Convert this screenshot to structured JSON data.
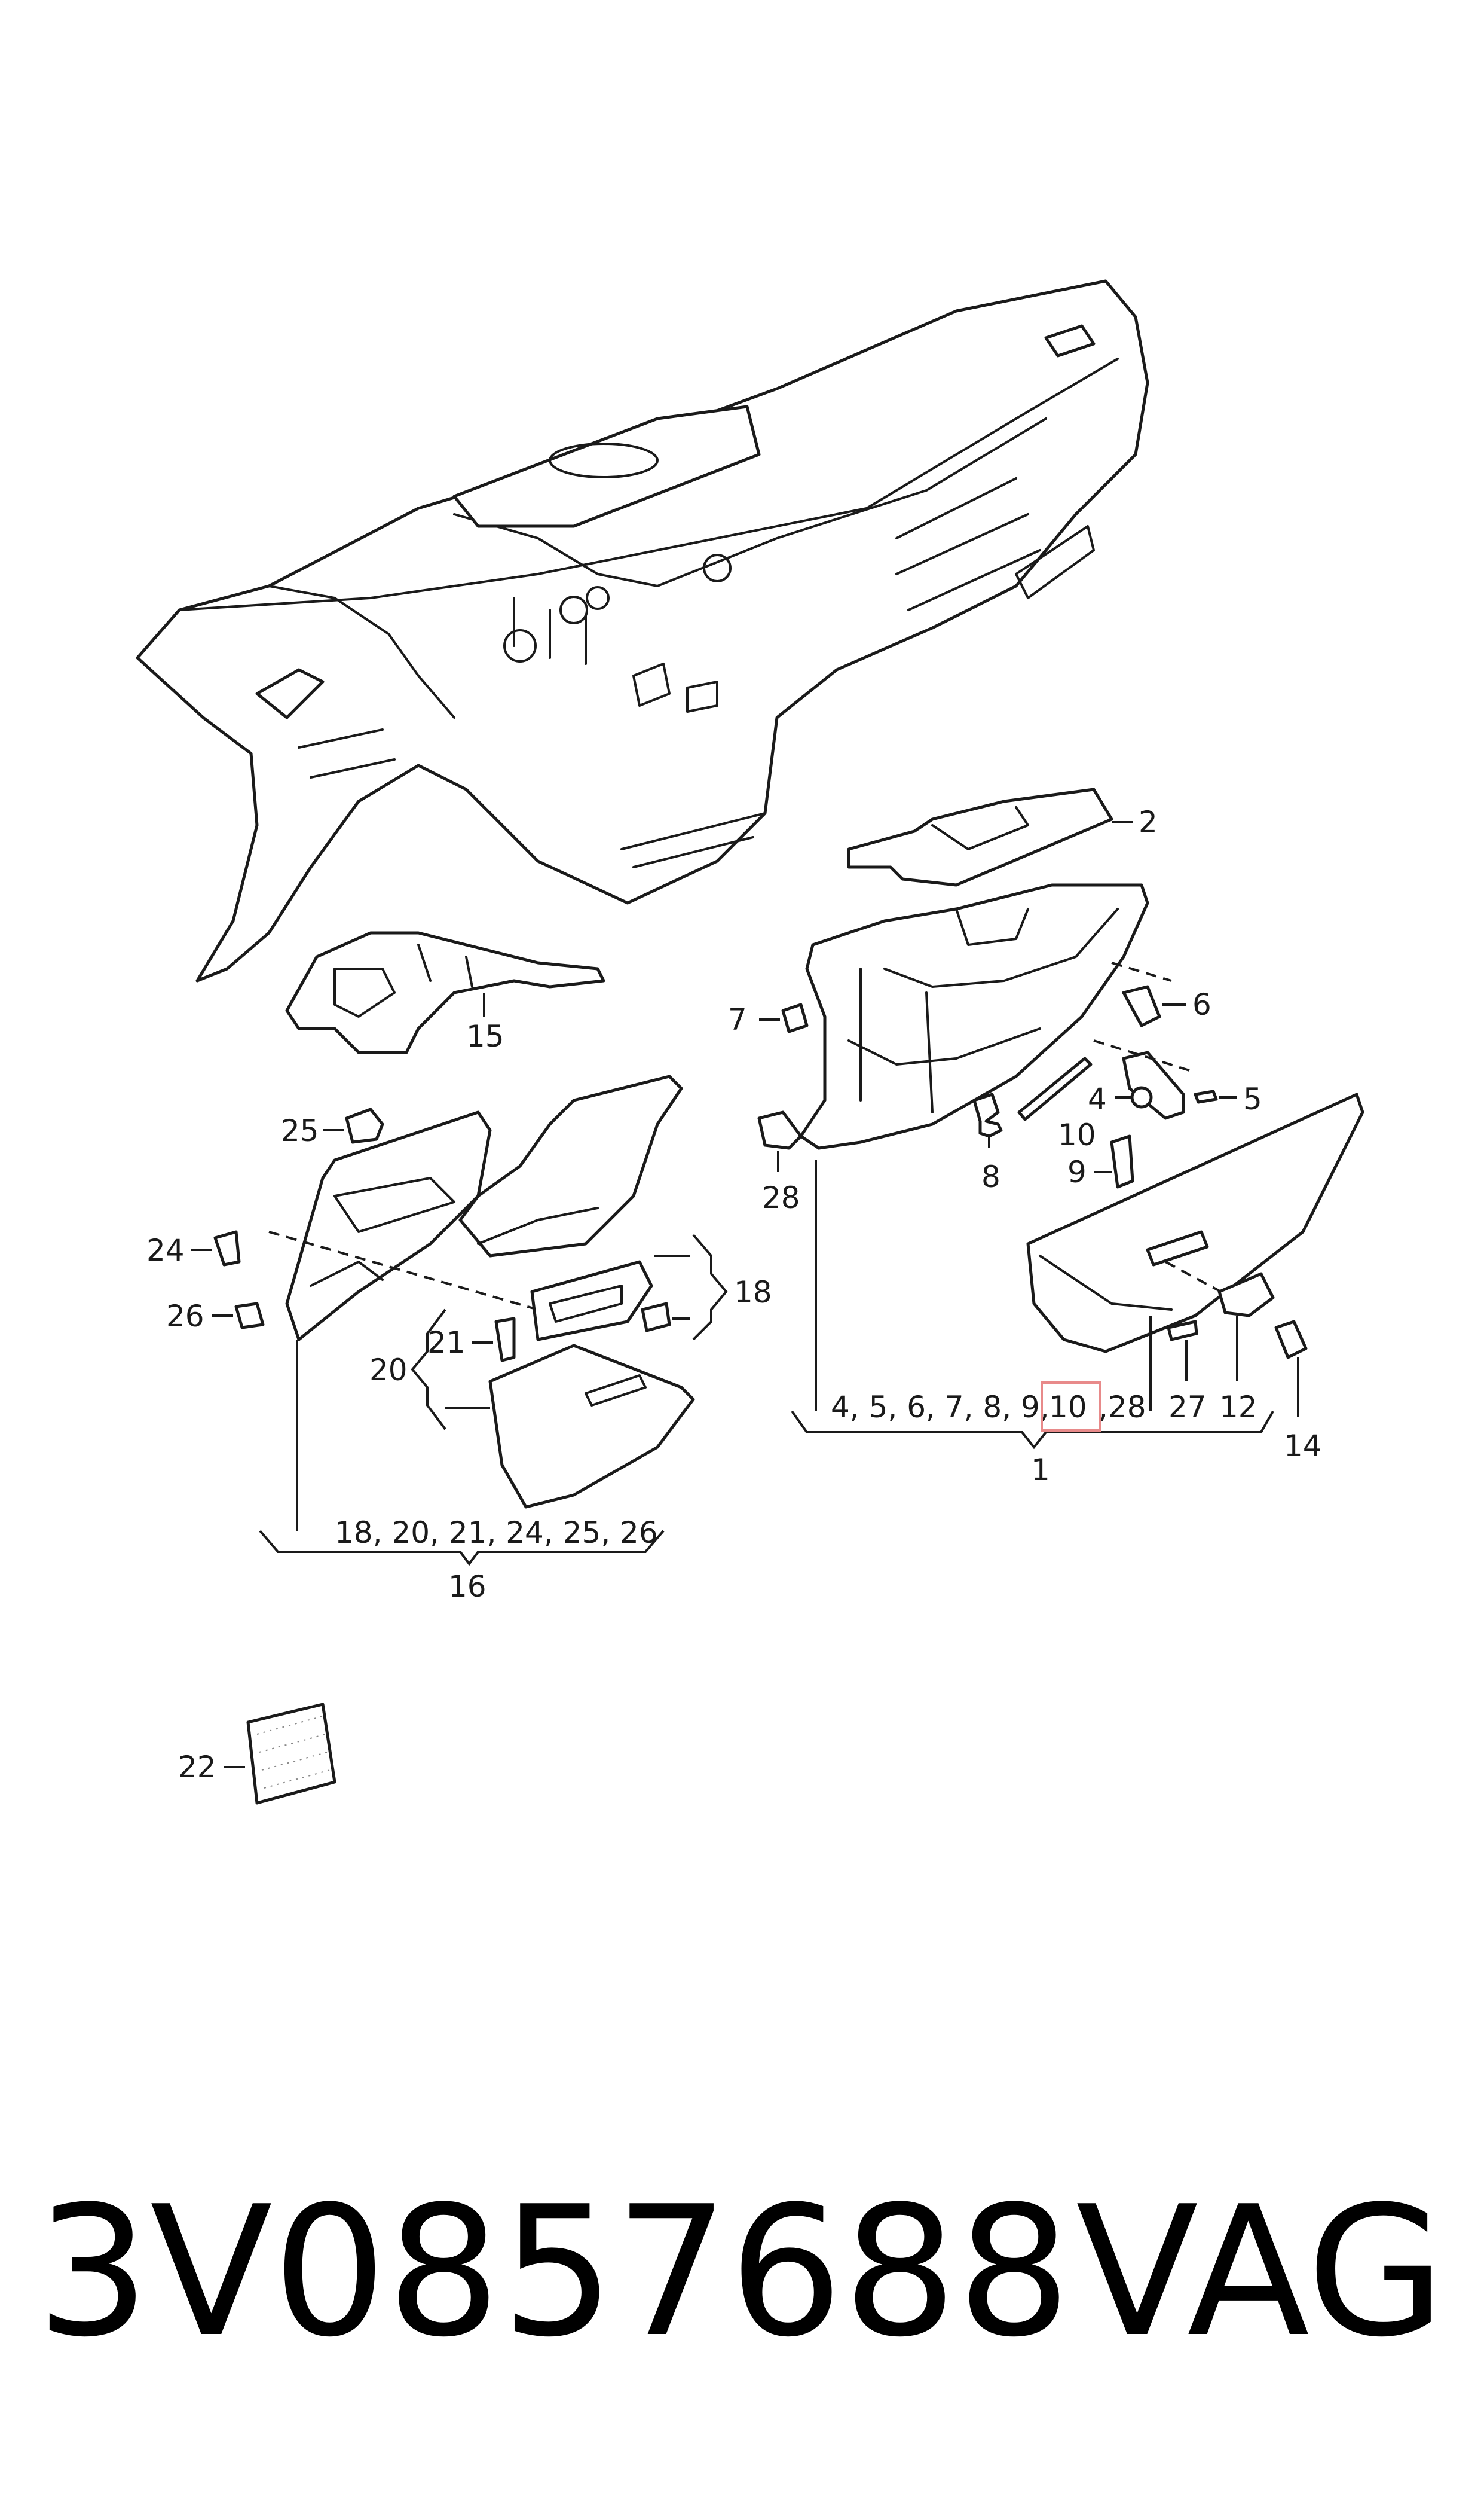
{
  "diagram": {
    "callouts": {
      "c1": "1",
      "c2": "2",
      "c4": "4",
      "c5": "5",
      "c6": "6",
      "c7": "7",
      "c8": "8",
      "c9": "9",
      "c10a": "10",
      "c12": "12",
      "c14": "14",
      "c15": "15",
      "c16": "16",
      "c18": "18",
      "c20": "20",
      "c21": "21",
      "c22": "22",
      "c24": "24",
      "c25": "25",
      "c26": "26",
      "c27": "27",
      "c28": "28"
    },
    "group1_list": "4, 5, 6, 7, 8, 9,",
    "group1_highlight": "10",
    "group1_tail": ",28",
    "group16_list": "18, 20, 21, 24, 25, 26",
    "highlight_color": "#e88a8a"
  },
  "footer": {
    "part_number": "3V0857688",
    "brand": "VAG"
  }
}
